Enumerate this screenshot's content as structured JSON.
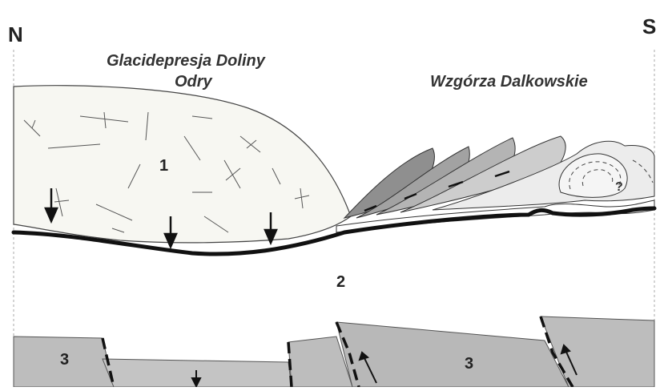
{
  "directions": {
    "north": "N",
    "south": "S"
  },
  "regions": {
    "glacidepression_line1": "Glacidepresja Doliny",
    "glacidepression_line2": "Odry",
    "hills": "Wzgórza Dalkowskie"
  },
  "units": {
    "ice_sheet": "1",
    "sediments": "2",
    "bedrock_left": "3",
    "bedrock_right": "3"
  },
  "question_mark": "?",
  "colors": {
    "ice": "#f7f7f2",
    "bedrock": "#bdbdbd",
    "thrust_dark": "#8f8f8f",
    "thrust_mid": "#a9a9a9",
    "thrust_light": "#c6c6c6",
    "thrust_pale": "#e2e2e2",
    "outline": "#222222"
  }
}
